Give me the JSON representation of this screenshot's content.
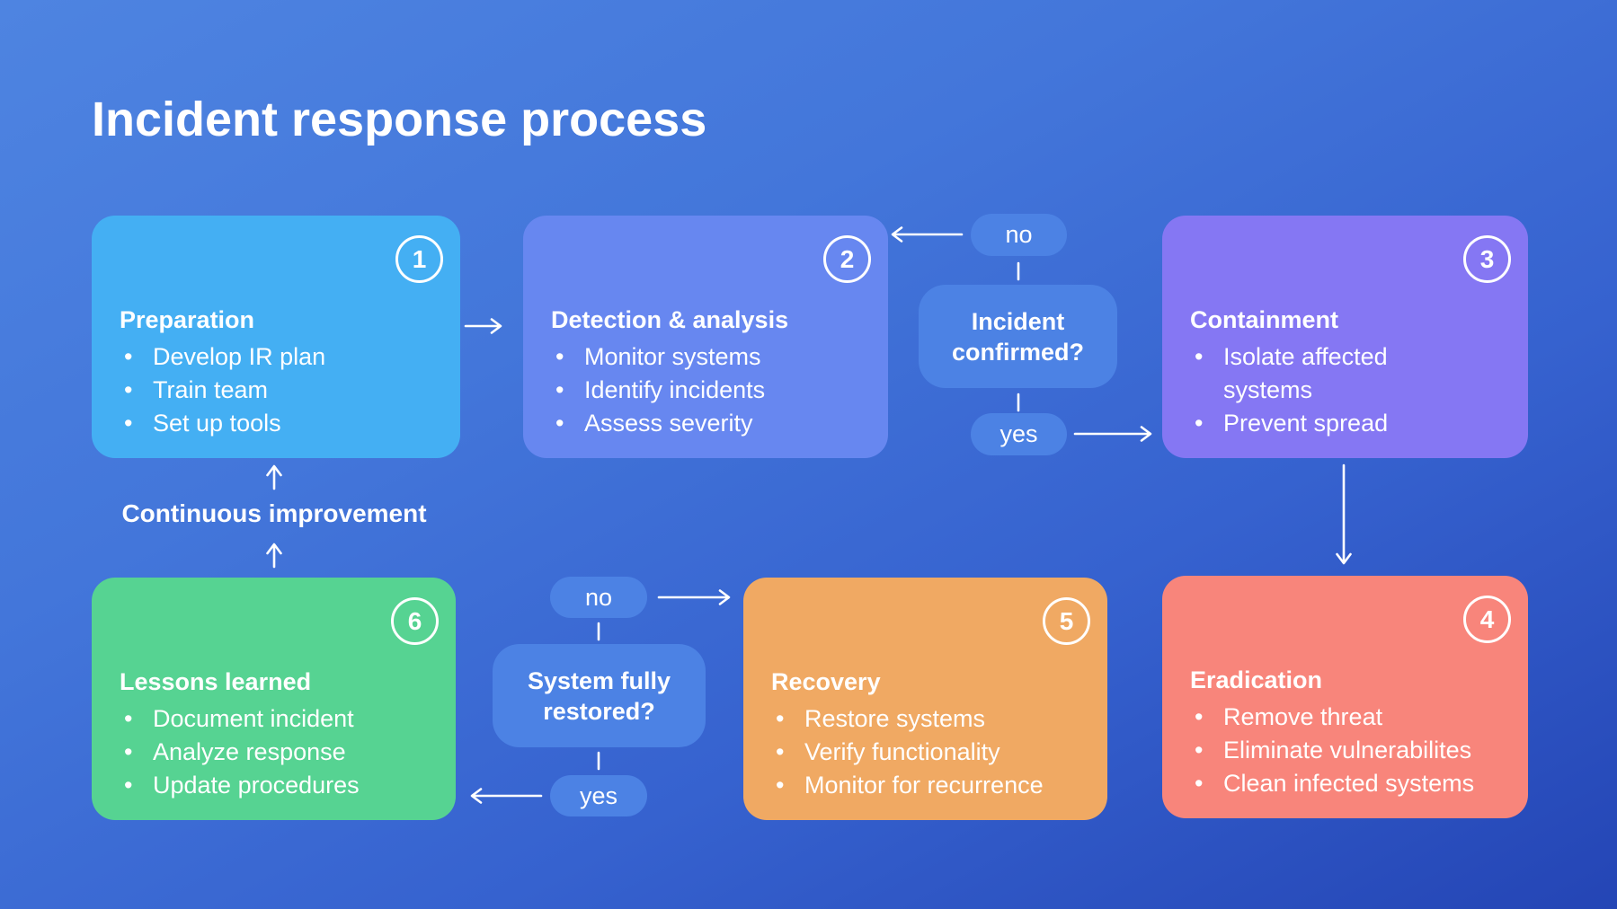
{
  "title": "Incident response process",
  "loop_label": "Continuous improvement",
  "colors": {
    "background_top": "#4e84e1",
    "background_bottom": "#2445b5",
    "text": "#ffffff",
    "decision_node": "#4c82e4",
    "card_preparation": "#44aff3",
    "card_detection": "#6787f0",
    "card_containment": "#8577f3",
    "card_eradication": "#f8857b",
    "card_recovery": "#f0a963",
    "card_lessons": "#56d392"
  },
  "cards": [
    {
      "number": "1",
      "title": "Preparation",
      "color": "#44aff3",
      "bullets": [
        "Develop IR plan",
        "Train team",
        "Set up tools"
      ]
    },
    {
      "number": "2",
      "title": "Detection & analysis",
      "color": "#6787f0",
      "bullets": [
        "Monitor systems",
        "Identify incidents",
        "Assess severity"
      ]
    },
    {
      "number": "3",
      "title": "Containment",
      "color": "#8577f3",
      "bullets": [
        "Isolate affected systems",
        "Prevent spread"
      ]
    },
    {
      "number": "4",
      "title": "Eradication",
      "color": "#f8857b",
      "bullets": [
        "Remove threat",
        "Eliminate vulnerabilites",
        "Clean infected systems"
      ]
    },
    {
      "number": "5",
      "title": "Recovery",
      "color": "#f0a963",
      "bullets": [
        "Restore systems",
        "Verify functionality",
        "Monitor for recurrence"
      ]
    },
    {
      "number": "6",
      "title": "Lessons learned",
      "color": "#56d392",
      "bullets": [
        "Document incident",
        "Analyze response",
        "Update procedures"
      ]
    }
  ],
  "decisions": [
    {
      "question": "Incident confirmed?",
      "no_label": "no",
      "yes_label": "yes"
    },
    {
      "question": "System fully restored?",
      "no_label": "no",
      "yes_label": "yes"
    }
  ]
}
